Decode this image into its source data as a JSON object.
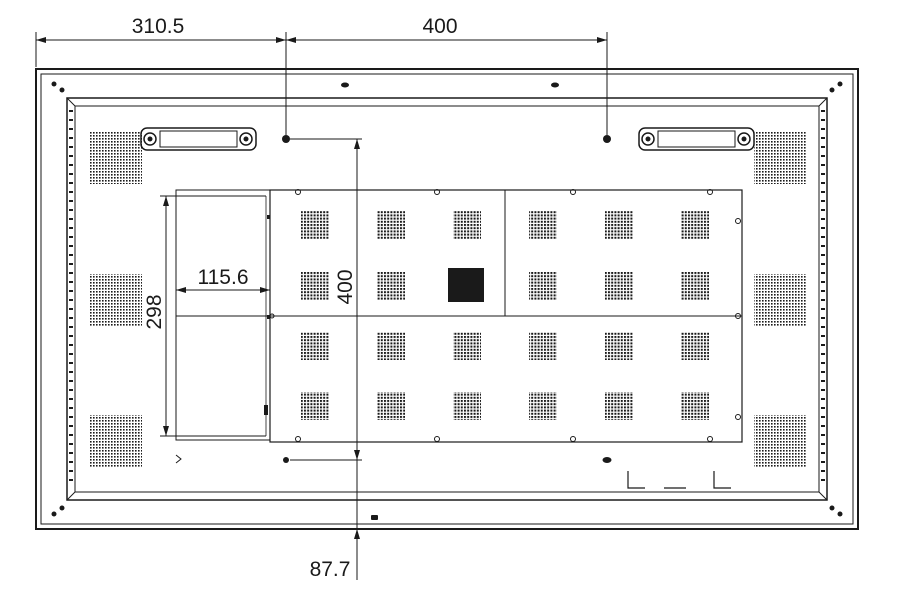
{
  "dimensions": {
    "hole_offset_left": "310.5",
    "hole_spacing_horizontal": "400",
    "hole_spacing_vertical": "400",
    "board_height": "298",
    "board_width_left": "115.6",
    "bottom_offset": "87.7"
  },
  "colors": {
    "line": "#1a1a1a",
    "background": "#ffffff"
  }
}
